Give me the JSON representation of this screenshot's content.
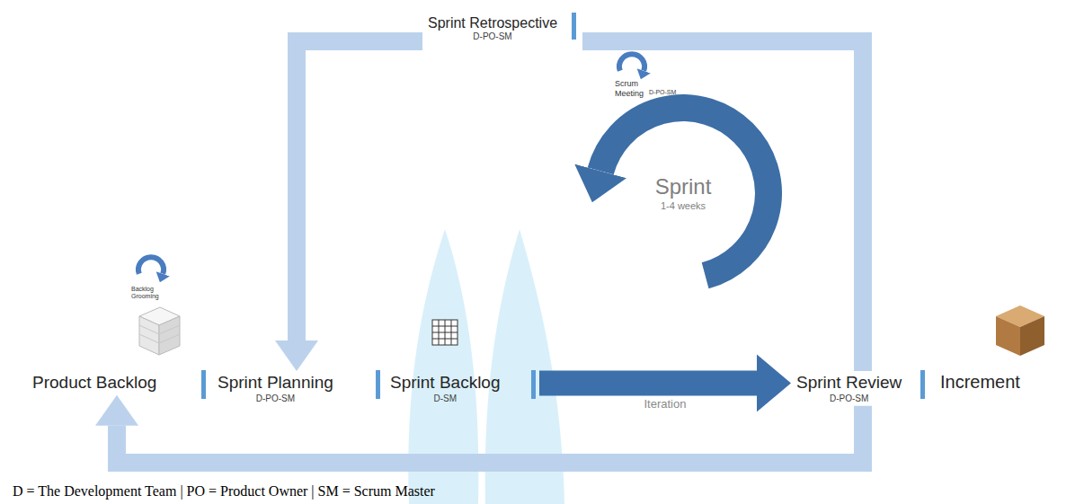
{
  "diagram": {
    "nodes": [
      {
        "text": [
          "Sprint Retrospective",
          "D-PO-SM"
        ]
      },
      {
        "text": [
          "Sprint",
          "1-4 weeks"
        ]
      },
      {
        "text": [
          "Product Backlog"
        ]
      },
      {
        "text": [
          "Sprint Planning",
          "D-PO-SM"
        ]
      },
      {
        "text": [
          "Sprint Backlog",
          "D-SM"
        ]
      },
      {
        "text": [
          "Sprint Review",
          "D-PO-SM"
        ]
      },
      {
        "text": [
          "Increment"
        ]
      }
    ],
    "edges": [
      {
        "from": 5,
        "to": 0,
        "arrow": "none"
      },
      {
        "from": 0,
        "to": 3,
        "arrow": "to"
      },
      {
        "from": 4,
        "to": 5,
        "label": "Iteration",
        "arrow": "to"
      },
      {
        "from": 5,
        "to": 2,
        "arrow": "to"
      }
    ],
    "labels": [
      "Backlog Grooming",
      "Scrum Meeting",
      "D-PO-SM",
      "D = The Development Team | PO = Product Owner | SM = Scrum Master"
    ]
  }
}
